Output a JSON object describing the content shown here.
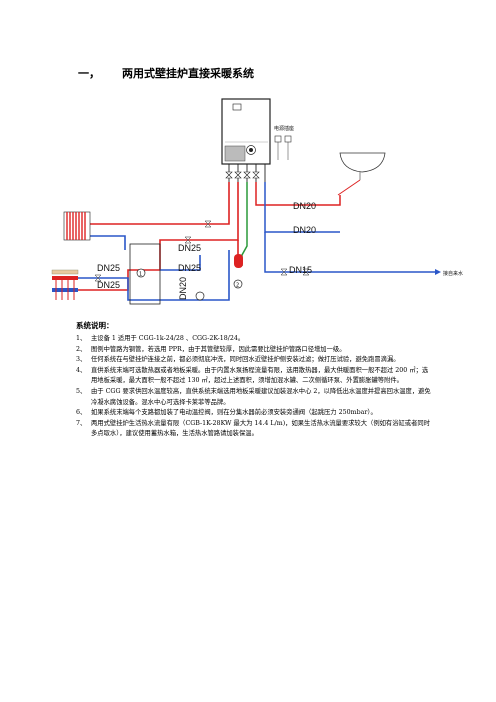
{
  "heading": {
    "number": "一，",
    "title": "两用式壁挂炉直接采暖系统"
  },
  "diagram": {
    "labels": {
      "dn20_top": "DN20",
      "dn20_mid": "DN20",
      "dn25_upper": "DN25",
      "dn25_left": "DN25",
      "dn25_mid": "DN25",
      "dn25_low": "DN25",
      "dn15": "DN15",
      "dn20_vert": "DN20",
      "power_label": "电源插座",
      "cold_water_label": "接自来水"
    }
  },
  "description": {
    "title": "系统说明：",
    "items": [
      {
        "n": "1、",
        "text": "主设备 1 适用于 CGG-1k-24/28 、CGG-2K-18/24。"
      },
      {
        "n": "2、",
        "text": "图例中管路为钢管，若选用 PPR，由于其管壁较厚，因此需要比壁挂炉管路口径增加一级。"
      },
      {
        "n": "3、",
        "text": "任何系统在与壁挂炉连接之前，都必须彻底冲洗，同时回水近壁挂炉侧安装过滤；做打压试验，避免跑冒滴漏。"
      },
      {
        "n": "4、",
        "text": "直供系统末端可选散热器或者地板采暖。由于内置水泵扬程流量有限，选用散热器，最大供暖面积一般不超过 200 ㎡；选用地板采暖，最大面积一般不超过 130 ㎡，超过上述面积，须增加混水罐、二次侧循环泵、外置膨胀罐等附件。"
      },
      {
        "n": "5、",
        "text": "由于 CGG 要求供回水温度较高，直供系统末端选用地板采暖建议加装混水中心 2，以降低出水温度并提高回水温度，避免冷凝水腐蚀设备。混水中心可选择卡莱菲等品牌。"
      },
      {
        "n": "6、",
        "text": "如果系统末端每个支路都加装了电动温控阀，则在分集水器前必须安装旁通阀（起跳压力 250mbar）。"
      },
      {
        "n": "7、",
        "text": "两用式壁挂炉生活热水流量有限（CGB-1K-28KW 最大为 14.4 L/m)，如果生活热水流量要求较大（例如有浴缸或者同时多点取水），建议使用蓄热水箱，生活热水管路请加装保温。"
      }
    ]
  }
}
